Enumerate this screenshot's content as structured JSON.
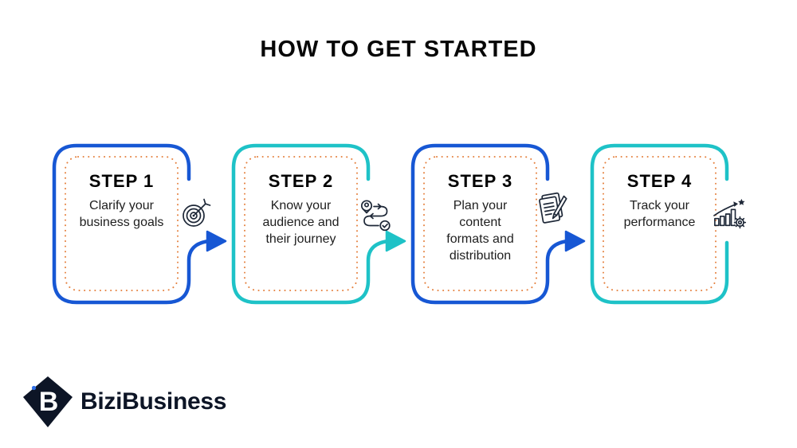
{
  "title": "HOW TO GET STARTED",
  "steps": [
    {
      "label": "STEP 1",
      "description_lines": [
        "Clarify your",
        "business goals"
      ],
      "accent_color": "#1757D4",
      "icon": "target-icon"
    },
    {
      "label": "STEP 2",
      "description_lines": [
        "Know your",
        "audience and",
        "their journey"
      ],
      "accent_color": "#1EC2C7",
      "icon": "journey-route-icon"
    },
    {
      "label": "STEP 3",
      "description_lines": [
        "Plan your",
        "content",
        "formats and",
        "distribution"
      ],
      "accent_color": "#1757D4",
      "icon": "notepad-pencil-icon"
    },
    {
      "label": "STEP 4",
      "description_lines": [
        "Track your",
        "performance"
      ],
      "accent_color": "#1EC2C7",
      "icon": "growth-chart-icon"
    }
  ],
  "logo": {
    "mark_letter": "B",
    "wordmark": "BiziBusiness"
  },
  "colors": {
    "blue": "#1757D4",
    "teal": "#1EC2C7",
    "dotted_inner_border": "#E5813F",
    "icon_navy": "#1D2737",
    "logo_navy": "#0D1526",
    "logo_dot_blue": "#2E6FE8",
    "background": "#FFFFFF"
  }
}
